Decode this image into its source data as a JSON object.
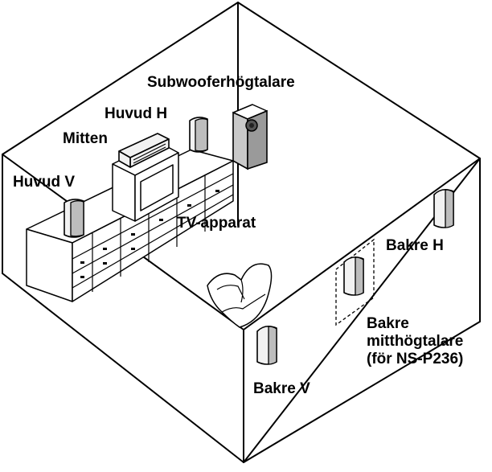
{
  "labels": {
    "subwoofer": "Subwooferhögtalare",
    "front_right": "Huvud H",
    "center": "Mitten",
    "front_left": "Huvud V",
    "tv": "TV-apparat",
    "rear_right": "Bakre H",
    "rear_center_line1": "Bakre",
    "rear_center_line2": "mitthögtalare",
    "rear_center_line3": "(för NS-P236)",
    "rear_left": "Bakre V"
  }
}
